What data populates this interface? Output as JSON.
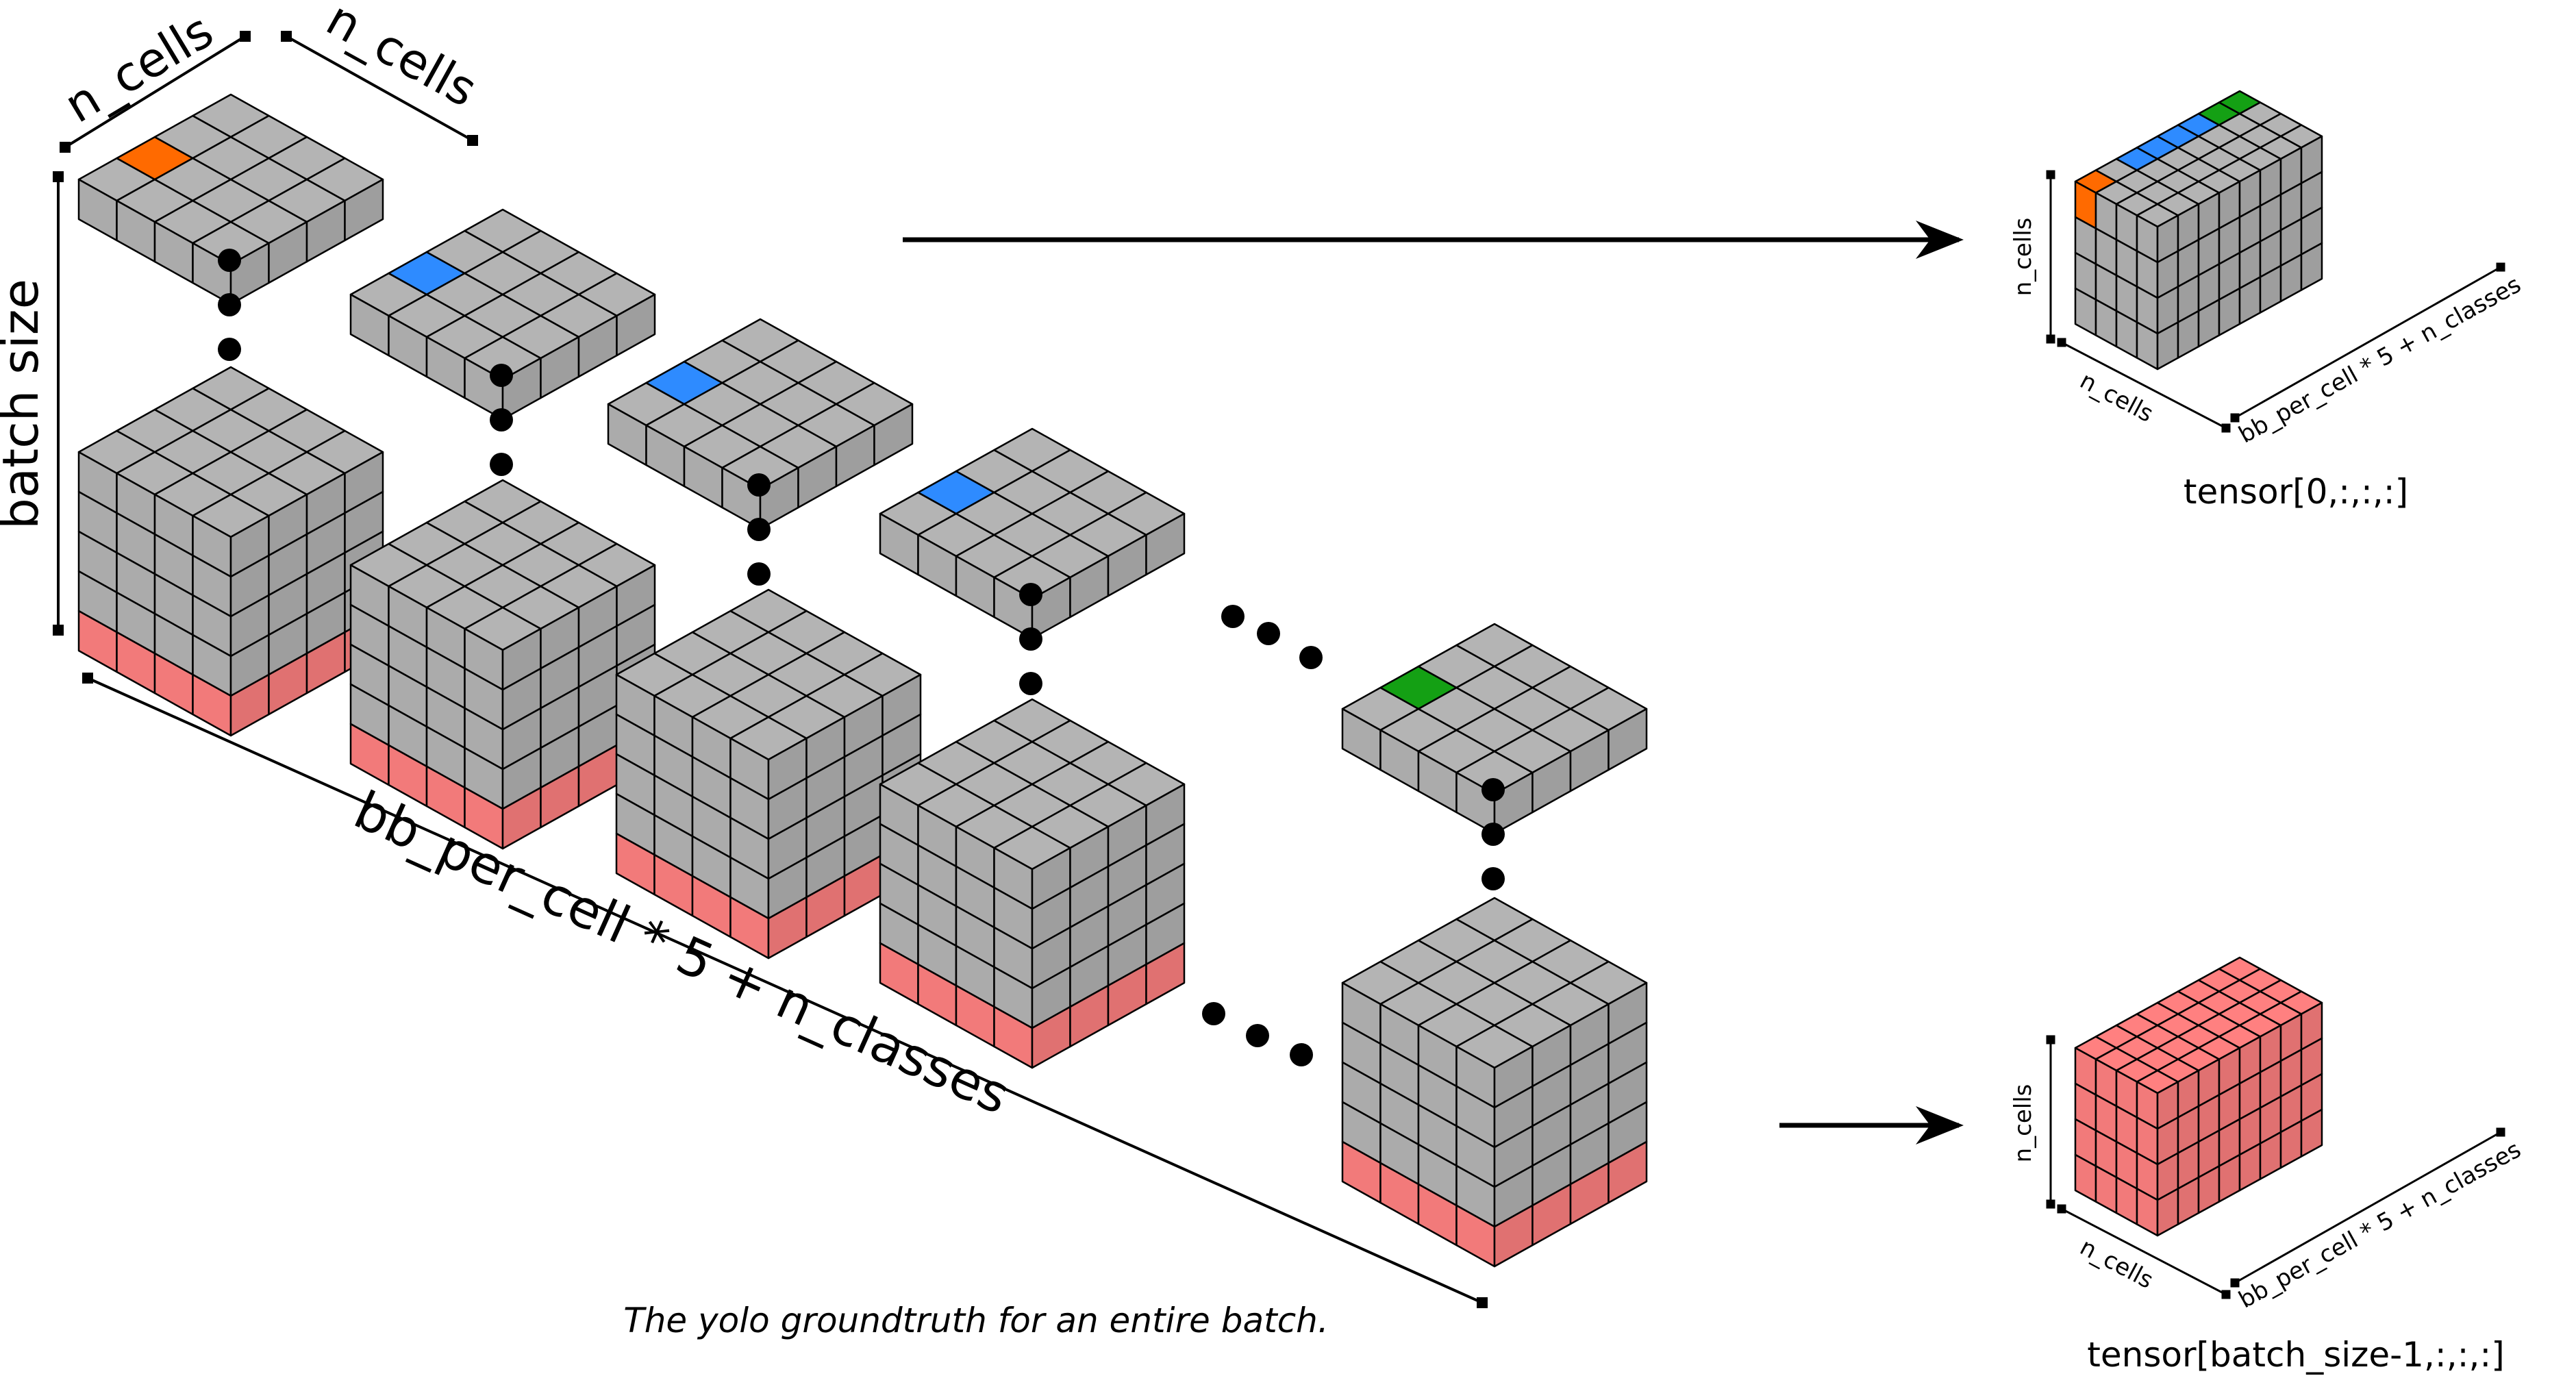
{
  "labels": {
    "n_cells_a": "n_cells",
    "n_cells_b": "n_cells",
    "batch_size": "batch size",
    "depth_axis": "bb_per_cell * 5 + n_classes",
    "caption": "The yolo groundtruth for an entire batch.",
    "small1_height": "n_cells",
    "small1_width": "n_cells",
    "small1_depth": "bb_per_cell * 5 + n_classes",
    "small1_caption": "tensor[0,:,:,:]",
    "small2_height": "n_cells",
    "small2_width": "n_cells",
    "small2_depth": "bb_per_cell * 5 + n_classes",
    "small2_caption": "tensor[batch_size-1,:,:,:]"
  },
  "colors": {
    "cube_gray": "#b4b4b4",
    "cube_pink": "#ff8080",
    "highlight_orange": "#ff6a00",
    "highlight_blue": "#2e8bff",
    "highlight_green": "#14a014",
    "line": "#000000"
  },
  "grid": {
    "n_cells": 4,
    "stack_layers": 5,
    "pink_layers": 1,
    "small_tensor_depth": 8
  },
  "slices": [
    {
      "highlight_color": "orange"
    },
    {
      "highlight_color": "blue"
    },
    {
      "highlight_color": "blue"
    },
    {
      "highlight_color": "blue"
    },
    {
      "highlight_color": "green"
    }
  ]
}
